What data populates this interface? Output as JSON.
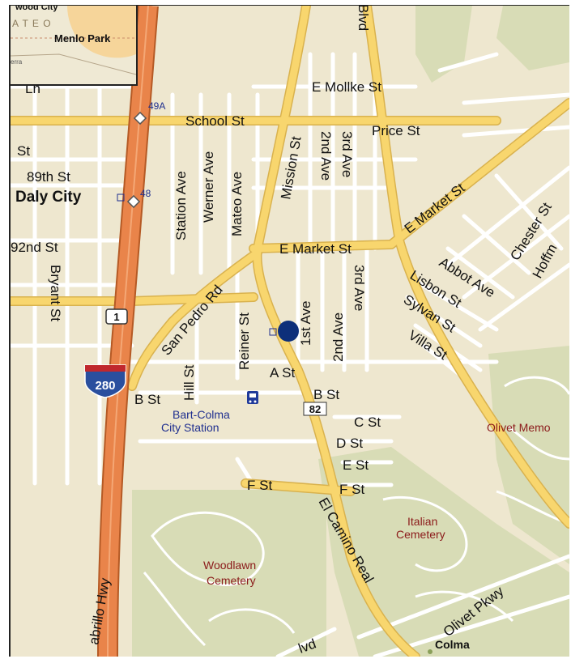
{
  "colors": {
    "background": "#eee7cf",
    "park": "#d8dcb6",
    "minor_road": "#ffffff",
    "major_road": "#f8d66e",
    "freeway": "#e9844a",
    "freeway_edge": "#b55a25",
    "label": "#111111",
    "poi_label": "#8b1a1a",
    "transit_label": "#1f2f8f",
    "location_marker": "#0d2f7a"
  },
  "inset": {
    "labels": [
      "wood City",
      "A T E O",
      "Menlo Park",
      "erra"
    ]
  },
  "streets": {
    "mission_st": "Mission St",
    "blvd": "Blvd",
    "e_mollke_st": "E Mollke St",
    "school_st": "School St",
    "price_st": "Price St",
    "ln": "Ln",
    "st_left": "St",
    "89th_st": "89th St",
    "station_ave": "Station Ave",
    "werner_ave": "Werner Ave",
    "mateo_ave": "Mateo Ave",
    "2nd_ave_north": "2nd Ave",
    "3rd_ave_north": "3rd Ave",
    "e_market_st_diag": "E Market St",
    "e_market_st": "E Market St",
    "chester_st": "Chester St",
    "92nd_st": "92nd St",
    "bryant_st": "Bryant St",
    "san_pedro_rd": "San Pedro Rd",
    "reiner_st": "Reiner St",
    "1st_ave": "1st Ave",
    "2nd_ave_south": "2nd Ave",
    "3rd_ave_south": "3rd Ave",
    "abbot_ave": "Abbot Ave",
    "hoffm": "Hoffm",
    "lisbon_st": "Lisbon St",
    "sylvan_st": "Sylvan St",
    "villa_st": "Villa St",
    "hill_st": "Hill St",
    "a_st": "A St",
    "b_st_west": "B St",
    "b_st_east": "B St",
    "c_st": "C St",
    "d_st": "D St",
    "e_st": "E St",
    "f_st_west": "F St",
    "f_st_east": "F St",
    "el_camino_real": "El Camino Real",
    "olivet_pkwy": "Olivet Pkwy",
    "cabrillo_hwy": "abrillo Hwy",
    "bottom_blvd": "lvd"
  },
  "places": {
    "daly_city": "Daly City",
    "colma": "Colma",
    "bart_station_line1": "Bart-Colma",
    "bart_station_line2": "City Station",
    "italian_cemetery_line1": "Italian",
    "italian_cemetery_line2": "Cemetery",
    "woodlawn_cemetery_line1": "Woodlawn",
    "woodlawn_cemetery_line2": "Cemetery",
    "olivet_memorial": "Olivet Memo"
  },
  "shields": {
    "exit_49a": "49A",
    "exit_48": "48",
    "route_1": "1",
    "route_82": "82",
    "interstate_280": "280"
  },
  "icons": {
    "transit_station": "train-icon",
    "current_location": "location-marker-icon",
    "exit_marker": "exit-icon"
  }
}
